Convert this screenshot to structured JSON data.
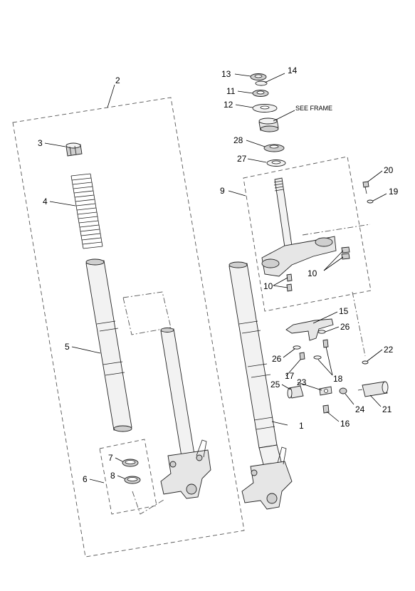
{
  "callouts": {
    "c1": "1",
    "c2": "2",
    "c3": "3",
    "c4": "4",
    "c5": "5",
    "c6": "6",
    "c7": "7",
    "c8": "8",
    "c9": "9",
    "c10a": "10",
    "c10b": "10",
    "c11": "11",
    "c12": "12",
    "c13": "13",
    "c14": "14",
    "c15": "15",
    "c16": "16",
    "c17": "17",
    "c18": "18",
    "c19": "19",
    "c20": "20",
    "c21": "21",
    "c22": "22",
    "c23": "23",
    "c24": "24",
    "c25": "25",
    "c26a": "26",
    "c26b": "26",
    "c27": "27",
    "c28": "28"
  },
  "notes": {
    "see_frame": "SEE FRAME"
  }
}
